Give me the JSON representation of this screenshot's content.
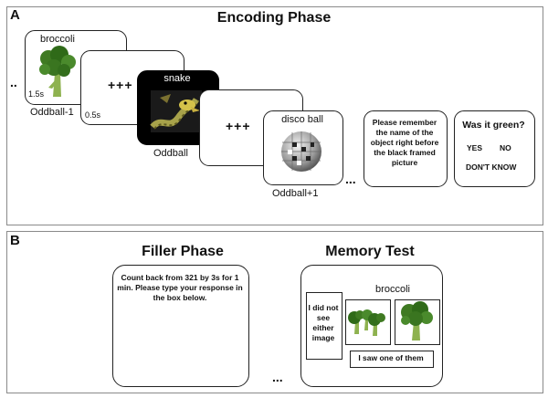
{
  "panelA": {
    "letter": "A",
    "title": "Encoding Phase",
    "leading_dots": "..",
    "trailing_dots": "...",
    "card1": {
      "word": "broccoli",
      "duration": "1.5s",
      "caption": "Oddball-1"
    },
    "card2": {
      "fixation": "+++",
      "duration": "0.5s"
    },
    "card3": {
      "word": "snake",
      "caption": "Oddball"
    },
    "card4": {
      "fixation": "+++"
    },
    "card5": {
      "word": "disco ball",
      "caption": "Oddball+1"
    },
    "instruction": "Please remember the name of the object right before the black framed picture",
    "question": {
      "title": "Was it green?",
      "yes": "YES",
      "no": "NO",
      "dont_know": "DON'T KNOW"
    }
  },
  "panelB": {
    "letter": "B",
    "filler_title": "Filler Phase",
    "filler_text": "Count back from 321 by 3s for 1 min. Please type your response in the box below.",
    "memory_title": "Memory Test",
    "word": "broccoli",
    "option_none": "I did not see either image",
    "option_one": "I saw one of them",
    "dots": "..."
  },
  "colors": {
    "broccoli_green": "#3f7a22",
    "snake_yellow": "#c8b040",
    "black_frame": "#000000"
  }
}
